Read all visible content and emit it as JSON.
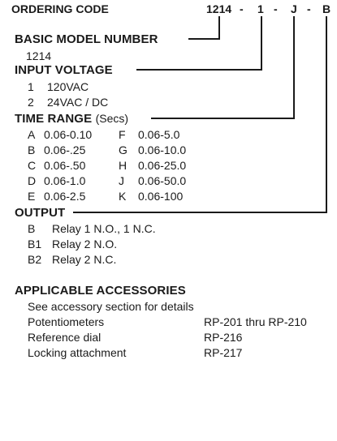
{
  "header": {
    "title": "ORDERING CODE",
    "code_base": "1214",
    "sep1": "-",
    "code_voltage": "1",
    "sep2": "-",
    "code_time": "J",
    "sep3": "-",
    "code_output": "B"
  },
  "basic_model": {
    "heading": "BASIC MODEL NUMBER",
    "value": "1214"
  },
  "input_voltage": {
    "heading": "INPUT VOLTAGE",
    "options": [
      {
        "code": "1",
        "label": "120VAC"
      },
      {
        "code": "2",
        "label": "24VAC / DC"
      }
    ]
  },
  "time_range": {
    "heading": "TIME RANGE",
    "heading_suffix": "(Secs)",
    "left": [
      {
        "code": "A",
        "label": "0.06-0.10"
      },
      {
        "code": "B",
        "label": "0.06-.25"
      },
      {
        "code": "C",
        "label": "0.06-.50"
      },
      {
        "code": "D",
        "label": "0.06-1.0"
      },
      {
        "code": "E",
        "label": "0.06-2.5"
      }
    ],
    "right": [
      {
        "code": "F",
        "label": "0.06-5.0"
      },
      {
        "code": "G",
        "label": "0.06-10.0"
      },
      {
        "code": "H",
        "label": "0.06-25.0"
      },
      {
        "code": "J",
        "label": "0.06-50.0"
      },
      {
        "code": "K",
        "label": "0.06-100"
      }
    ]
  },
  "output": {
    "heading": "OUTPUT",
    "options": [
      {
        "code": "B",
        "label": "Relay 1 N.O., 1 N.C."
      },
      {
        "code": "B1",
        "label": "Relay 2 N.O."
      },
      {
        "code": "B2",
        "label": "Relay 2 N.C."
      }
    ]
  },
  "accessories": {
    "heading": "APPLICABLE ACCESSORIES",
    "note": "See accessory section for details",
    "items": [
      {
        "name": "Potentiometers",
        "part": "RP-201 thru RP-210"
      },
      {
        "name": "Reference dial",
        "part": "RP-216"
      },
      {
        "name": "Locking attachment",
        "part": "RP-217"
      }
    ]
  }
}
